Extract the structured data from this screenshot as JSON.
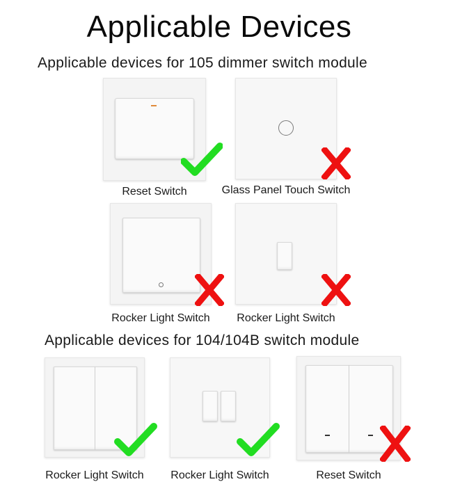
{
  "title": "Applicable Devices",
  "section_105": {
    "heading": "Applicable devices for 105 dimmer switch module",
    "devices": [
      {
        "label": "Reset Switch",
        "compatible": true
      },
      {
        "label": "Glass Panel Touch Switch",
        "compatible": false
      },
      {
        "label": "Rocker Light Switch",
        "compatible": false
      },
      {
        "label": "Rocker Light Switch",
        "compatible": false
      }
    ]
  },
  "section_104": {
    "heading": "Applicable devices for 104/104B switch module",
    "devices": [
      {
        "label": "Rocker Light Switch",
        "compatible": true
      },
      {
        "label": "Rocker Light Switch",
        "compatible": true
      },
      {
        "label": "Reset Switch",
        "compatible": false
      }
    ]
  },
  "colors": {
    "check": "#22dd22",
    "cross": "#ee1111"
  },
  "icons": {
    "compatible": "check-mark-icon",
    "incompatible": "cross-mark-icon"
  }
}
